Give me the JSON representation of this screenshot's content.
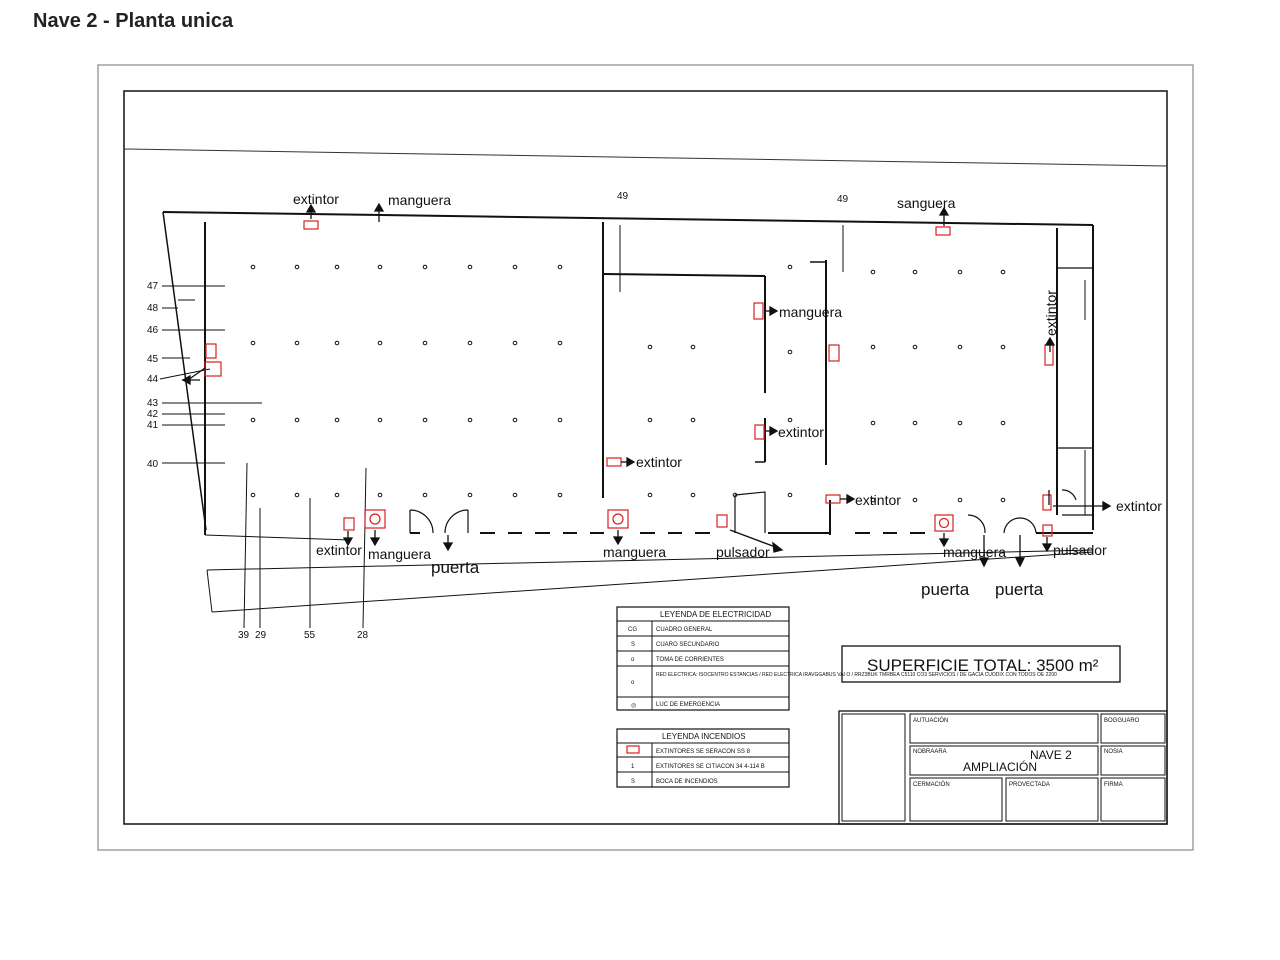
{
  "title": "Nave 2 - Planta unica",
  "colors": {
    "line": "#111111",
    "fire": "#d62020",
    "paper": "#ffffff"
  },
  "labels": {
    "extintor_nw": "extintor",
    "manguera_n": "manguera",
    "sanguera": "sanguera",
    "num49_a": "49",
    "num49_b": "49",
    "manguera_mid": "manguera",
    "extintor_east": "extintor",
    "extintor_mid1": "extintor",
    "extintor_mid2": "extintor",
    "extintor_mid3": "extintor",
    "extintor_right": "extintor",
    "extintor_sw": "extintor",
    "manguera_sw": "manguera",
    "puerta_1": "puerta",
    "manguera_s": "manguera",
    "pulsador_1": "pulsador",
    "manguera_se": "manguera",
    "pulsador_2": "pulsador",
    "puerta_2": "puerta",
    "puerta_3": "puerta"
  },
  "left_numbers": [
    "47",
    "48",
    "46",
    "45",
    "44",
    "43",
    "42",
    "41",
    "40"
  ],
  "bottom_numbers": [
    "39",
    "29",
    "55",
    "28"
  ],
  "legend_elec": {
    "title": "LEYENDA DE ELECTRICIDAD",
    "rows": [
      {
        "symbol": "CG",
        "text": "CUADRO GENERAL"
      },
      {
        "symbol": "S",
        "text": "CUARO SECUNDARIO"
      },
      {
        "symbol": "o",
        "text": "TOMA DE CORRIENTES"
      },
      {
        "symbol": "o",
        "text": "RED ELECTRICA: ISOCENTRO ESTANCIAS / RED ELECTRICA IRAVGGABUS VAI O / RRZ3BUK TMRBEA C5110 CO3 SERVICIOS / DE GACIA CUODIX CON TODOS OE 2200"
      },
      {
        "symbol": "◎",
        "text": "LUC DE EMERGENCIA"
      }
    ]
  },
  "legend_fire": {
    "title": "LEYENDA INCENDIOS",
    "rows": [
      {
        "symbol": "ext",
        "text": "EXTINTORES SE SERACON SS 8"
      },
      {
        "symbol": "1",
        "text": "EXTINTORES SE CITIACON 34 4-114 B"
      },
      {
        "symbol": "S",
        "text": "BOCA DE INCENDIOS"
      }
    ]
  },
  "superficie": "SUPERFICIE TOTAL: 3500 m²",
  "title_block": {
    "actuacion": "AUTUACIÓN",
    "boggiaro": "BOGGUARO",
    "nobrara": "NOBRAARA",
    "nave": "NAVE 2",
    "ampliacion": "AMPLIACIÓN",
    "nosia": "NOSIA",
    "cermacion": "CERMACIÓN",
    "proyectada": "PROVECTADA",
    "firma": "FIRMA"
  }
}
